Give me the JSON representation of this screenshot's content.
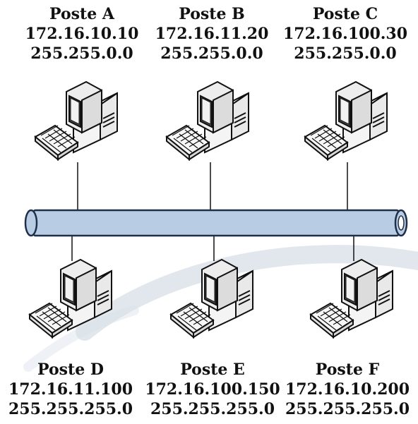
{
  "network": {
    "hosts": [
      {
        "name": "Poste A",
        "ip": "172.16.10.10",
        "mask": "255.255.0.0"
      },
      {
        "name": "Poste B",
        "ip": "172.16.11.20",
        "mask": "255.255.0.0"
      },
      {
        "name": "Poste C",
        "ip": "172.16.100.30",
        "mask": "255.255.0.0"
      },
      {
        "name": "Poste D",
        "ip": "172.16.11.100",
        "mask": "255.255.255.0"
      },
      {
        "name": "Poste E",
        "ip": "172.16.100.150",
        "mask": "255.255.255.0"
      },
      {
        "name": "Poste F",
        "ip": "172.16.10.200",
        "mask": "255.255.255.0"
      }
    ]
  },
  "colors": {
    "bus_fill": "#b8cde4",
    "bus_stroke": "#1f2f4a",
    "text": "#111111",
    "watermark": "#c9d3dc"
  },
  "icons": {
    "computer": "desktop-computer-icon"
  }
}
